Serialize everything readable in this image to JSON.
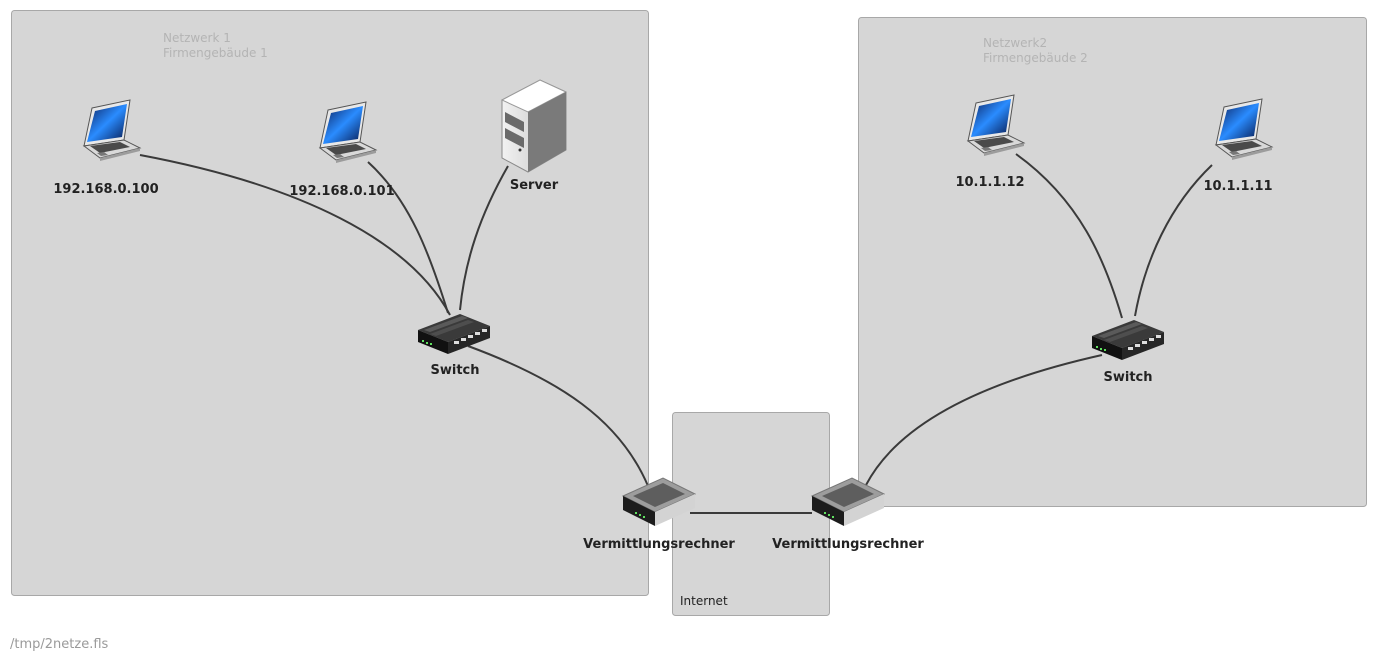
{
  "zones": {
    "netz1": {
      "name": "Netzwerk 1",
      "subtitle": "Firmengebäude 1"
    },
    "netz2": {
      "name": "Netzwerk2",
      "subtitle": "Firmengebäude 2"
    },
    "internet": {
      "name": "Internet"
    }
  },
  "nodes": {
    "laptop_a": "192.168.0.100",
    "laptop_b": "192.168.0.101",
    "server": "Server",
    "switch1": "Switch",
    "router1": "Vermittlungsrechner",
    "router2": "Vermittlungsrechner",
    "switch2": "Switch",
    "laptop_c": "10.1.1.12",
    "laptop_d": "10.1.1.11"
  },
  "file_path": "/tmp/2netze.fls",
  "colors": {
    "zone_fill": "#d6d6d6",
    "zone_border": "#a8a8a8",
    "link": "#3a3a3a",
    "screen": "#1a63d6"
  }
}
